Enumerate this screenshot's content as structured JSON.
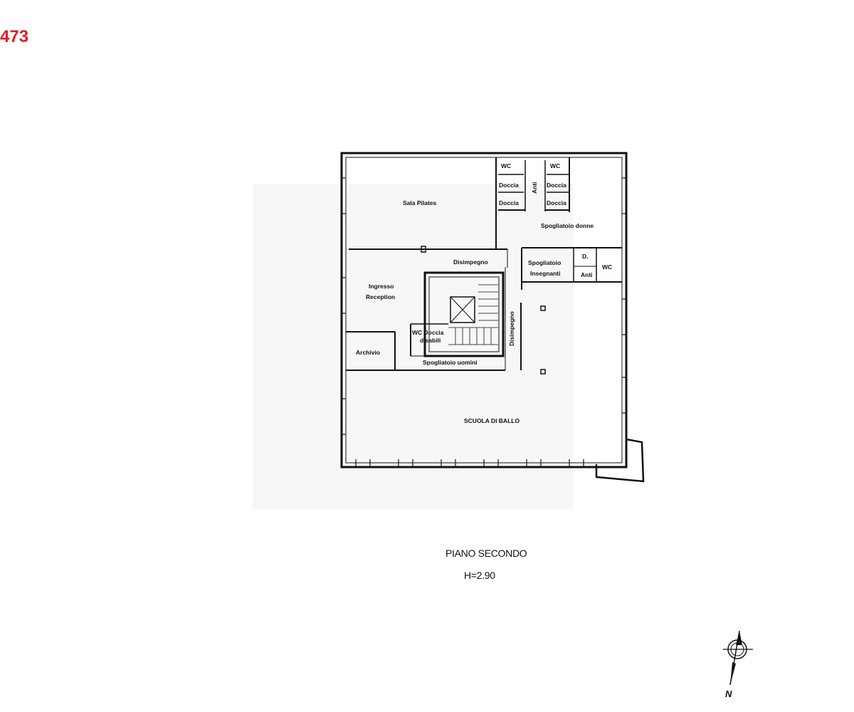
{
  "reference_number": "473",
  "floor_plan": {
    "rooms": {
      "sala_pilates": "Sala Pilates",
      "wc_left": "WC",
      "doccia_left_1": "Doccia",
      "doccia_left_2": "Doccia",
      "anti_vertical": "Anti",
      "wc_right": "WC",
      "doccia_right_1": "Doccia",
      "doccia_right_2": "Doccia",
      "spogliatoio_donne": "Spogliatoio donne",
      "disimpegno_top": "Disimpegno",
      "spogliatoio_insegnanti_line1": "Spogliatoio",
      "spogliatoio_insegnanti_line2": "Insegnanti",
      "d": "D.",
      "anti": "Anti",
      "wc_small": "WC",
      "ingresso_line1": "Ingresso",
      "ingresso_line2": "Reception",
      "wc_doccia_line1": "WC Doccia",
      "wc_doccia_line2": "disabili",
      "disimpegno_vertical": "Disimpegno",
      "archivio": "Archivio",
      "spogliatoio_uomini": "Spogliatoio uomini",
      "scuola_di_ballo": "SCUOLA DI BALLO"
    },
    "caption": {
      "title": "PIANO SECONDO",
      "height": "H=2.90"
    },
    "compass": {
      "north_label": "N"
    }
  }
}
